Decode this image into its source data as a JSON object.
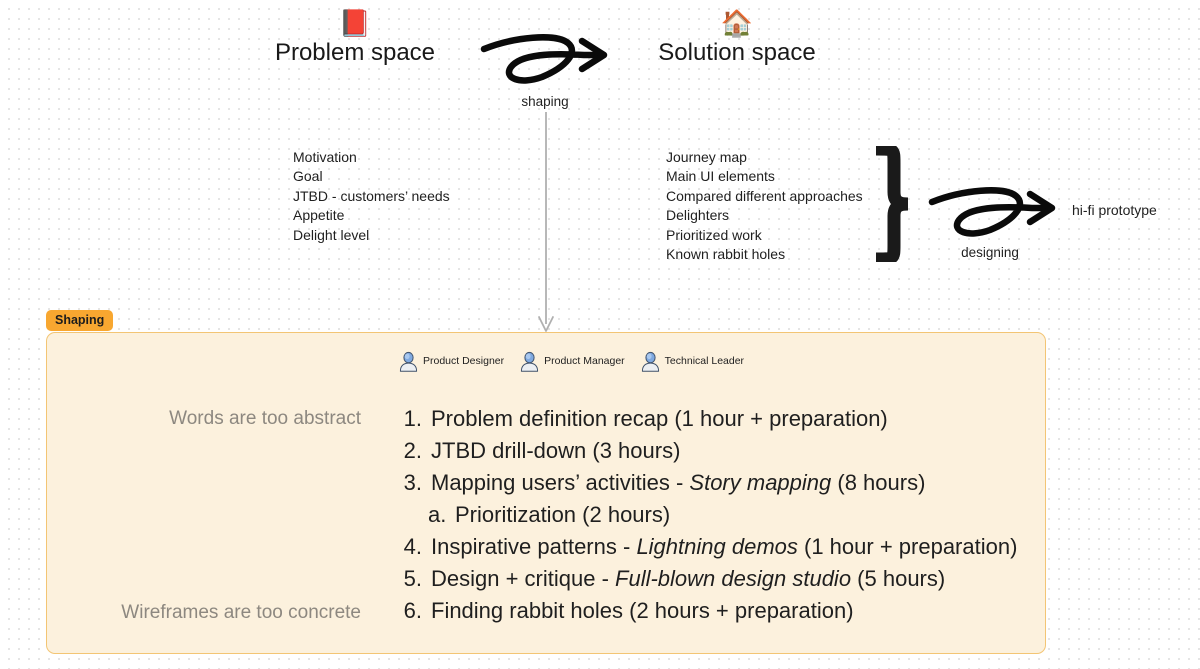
{
  "board": {
    "problem_space": {
      "icon": "closed-book-icon",
      "icon_glyph": "📕",
      "title": "Problem space",
      "items": [
        "Motivation",
        "Goal",
        "JTBD - customers’ needs",
        "Appetite",
        "Delight level"
      ]
    },
    "solution_space": {
      "icon": "house-icon",
      "icon_glyph": "🏠",
      "title": "Solution space",
      "items": [
        "Journey map",
        "Main UI elements",
        "Compared different approaches",
        "Delighters",
        "Prioritized work",
        "Known rabbit holes"
      ]
    },
    "arrows": {
      "shaping_caption": "shaping",
      "designing_caption": "designing"
    },
    "outcome_label": "hi-fi prototype"
  },
  "card": {
    "badge": "Shaping",
    "badge_color": "#F8A730",
    "background_color": "#FCF1DD",
    "border_color": "#F3C574",
    "roles": [
      {
        "icon": "person-avatar-icon",
        "label": "Product Designer"
      },
      {
        "icon": "person-avatar-icon",
        "label": "Product Manager"
      },
      {
        "icon": "person-avatar-icon",
        "label": "Technical Leader"
      }
    ],
    "side_notes": {
      "top": "Words are too abstract",
      "bottom": "Wireframes are too concrete"
    },
    "agenda": [
      {
        "marker": "1.",
        "sub": false,
        "before": "Problem definition recap (1 hour + preparation)",
        "italic": "",
        "after": ""
      },
      {
        "marker": "2.",
        "sub": false,
        "before": "JTBD drill-down (3 hours)",
        "italic": "",
        "after": ""
      },
      {
        "marker": "3.",
        "sub": false,
        "before": "Mapping users’ activities - ",
        "italic": "Story mapping",
        "after": " (8 hours)"
      },
      {
        "marker": "a.",
        "sub": true,
        "before": "Prioritization (2 hours)",
        "italic": "",
        "after": ""
      },
      {
        "marker": "4.",
        "sub": false,
        "before": "Inspirative patterns - ",
        "italic": "Lightning demos",
        "after": " (1 hour + preparation)"
      },
      {
        "marker": "5.",
        "sub": false,
        "before": "Design + critique - ",
        "italic": "Full-blown design studio",
        "after": " (5 hours)"
      },
      {
        "marker": "6.",
        "sub": false,
        "before": "Finding rabbit holes (2 hours + preparation)",
        "italic": "",
        "after": ""
      }
    ]
  }
}
